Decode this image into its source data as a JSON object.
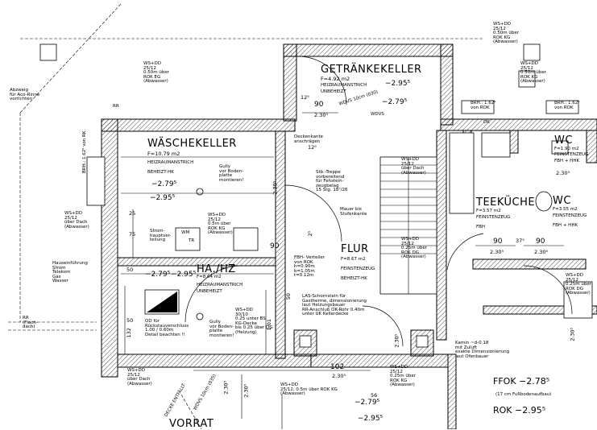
{
  "rooms": {
    "getraenkekeller": {
      "name": "GETRÄNKEKELLER",
      "area": "F=4.92 m2",
      "floor1": "HEIZRAUMANSTRICH",
      "floor2": "UNBEHEIZT"
    },
    "waeschekeller": {
      "name": "WÄSCHEKELLER",
      "area": "F=10.79 m2",
      "floor1": "HEIZRAUMANSTRICH",
      "floor2": "BEHEIZT-HK"
    },
    "hahz": {
      "name": "HA./HZ",
      "area": "F=8.64 m2",
      "floor1": "HEIZRAUMANSTRICH",
      "floor2": "UNBEHEIZT"
    },
    "flur": {
      "name": "FLUR",
      "area": "F=8.67 m2",
      "floor1": "FEINSTENZEUG",
      "floor2": "BEHEIZT-HK"
    },
    "teekueche": {
      "name": "TEEKÜCHE",
      "area": "F=3.57 m2",
      "floor1": "FEINSTENZEUG",
      "floor2": "FBH"
    },
    "wc_upper": {
      "name": "WC",
      "area": "F=1.90 m2",
      "floor1": "FEINSTENZEUG",
      "floor2": "FBH + HHK"
    },
    "wc_lower": {
      "name": "WC",
      "area": "F=3.55 m2",
      "floor1": "FEINSTENZEUG",
      "floor2": "FBH + HHK"
    },
    "vorrat": {
      "name": "VORRAT"
    }
  },
  "notes": {
    "ws_dd_top": [
      "WS+DD",
      "25/12",
      "0.50m über",
      "ROK KG",
      "(Abwasser)"
    ],
    "ws_dd_left": [
      "WS+DD",
      "25/12",
      "0.50m über",
      "ROK EG",
      "(Abwasser)"
    ],
    "ws_dd_right_top": [
      "WS+DD",
      "25/12",
      "0.50m über",
      "ROK KG",
      "(Abwasser)"
    ],
    "ws_dd_right_mid": [
      "WS+DD",
      "25/12",
      "0.50m über",
      "ROK KG",
      "(Abwasser)"
    ],
    "ws_dd_left_mid": [
      "WS+DD",
      "25/12",
      "über Dach",
      "(Abwasser)"
    ],
    "ws_dd_wk": [
      "WS+DD",
      "25/12",
      "0.5m über",
      "ROK KG",
      "(Abwasser)"
    ],
    "ws_dd_stair": [
      "WS+DD",
      "25/12",
      "über Dach",
      "(Abwasser)"
    ],
    "ws_dd_flur": [
      "WS+DD",
      "25/12",
      "0.25m über",
      "ROK DG",
      "(Abwasser)"
    ],
    "ws_dd_center": [
      "WS+DD",
      "30/10",
      "0.25 unter BS",
      "KG-Decke",
      "bis 0.25 über DG",
      "(Heizung)"
    ],
    "ws_dd_bottom_left": [
      "WS+DD",
      "25/12",
      "über Dach",
      "(Abwasser)"
    ],
    "ws_dd_bottom_mid": [
      "WS+DD",
      "25/12, 0.5m über ROK KG",
      "(Abwasser)"
    ],
    "ws_dd_bottom_right": [
      "WS+DD",
      "25/12",
      "0.25m über",
      "ROK KG",
      "(Abwasser)"
    ],
    "ws_dd_right_low": [
      "WS+DD",
      "25/12",
      "0.25m über",
      "ROK DG",
      "(Abwasser)"
    ],
    "abzweig": [
      "Abzweig",
      "für Aco-Rinne",
      "vorrichten"
    ],
    "rr": "RR",
    "gully1": [
      "Gully",
      "vor Boden-",
      "platte",
      "montieren!"
    ],
    "gully2": [
      "Gully",
      "vor Boden-",
      "platte",
      "montieren!"
    ],
    "strom": [
      "Strom-",
      "hauptver-",
      "teilung"
    ],
    "wm": "WM",
    "tr": "TR",
    "hausein": [
      "Hauseinführung",
      "Strom",
      "Telekom",
      "Gas",
      "Wasser"
    ],
    "fbh_verteiler": [
      "FBH- Verteiler",
      "von ROK",
      "h=0.90m",
      "b=1.05m",
      "t=0.12m"
    ],
    "deckenkante": [
      "Deckenkante",
      "anschrägen"
    ],
    "stb_treppe": [
      "Stb.-Treppe",
      "vorbereitend",
      "für Fehstein-",
      "zeugbelag",
      "15 Stg. 18⁷/26"
    ],
    "mauer": [
      "Mauer bis",
      "Stufenkante"
    ],
    "las": [
      "LAS-Schornstein für",
      "Gastherme, dimensionierung",
      "laut Heizungsbauer",
      "RR-Anschluß OK-Rohr 0.40m",
      "unter UK Kellerdecke"
    ],
    "od": [
      "OD für",
      "Rückstauverschluss",
      "1.00 / 0.60m",
      "Detail beachten !!"
    ],
    "kamin": [
      "Kamin ~d-0.18",
      "mit Zuluft",
      "exakte Dimensionierung",
      "laut Ofenbauer"
    ],
    "brh_left": [
      "BRH.: 1.62⁵",
      "von RK"
    ],
    "brh_right1": [
      "BRH.: 1.62⁵",
      "von ROK"
    ],
    "brh_right2": [
      "BRH.: 1.62⁵",
      "von ROK"
    ],
    "wdvs": [
      "WDVS 10cm (030)",
      "WDVS"
    ],
    "dk": "DK",
    "decke_entfaellt": "DECKE ENTFÄLLT",
    "wdvs_bottom": "WDVS 10cm (035)",
    "rr_fach": [
      "RR",
      "(Flach-",
      "dach)"
    ]
  },
  "legend": {
    "ffok": "FFOK −2.78⁵",
    "ffok_sub": "(17 cm Fußbodenaufbau)",
    "rok": "ROK −2.95⁵"
  },
  "dims": {
    "d1": "90",
    "d2": "2.30⁵",
    "d3": "−2.79⁵",
    "d4": "−2.95⁵",
    "d5": "12⁵",
    "d6": "−2.79⁵",
    "d7": "−2.95⁵",
    "d8": "25",
    "d9": "75",
    "d10": "−2.79⁵",
    "d11": "−2.95⁵",
    "d12": "50",
    "d13": "50",
    "d14": "102",
    "d15": "2.30⁵",
    "d16": "90",
    "d17": "2.30⁵",
    "d18": "90",
    "d19": "2.30⁵",
    "d20": "37⁵",
    "d21": "−2.79⁵",
    "d22": "−2.95⁵",
    "d23": "2.30⁵",
    "d24": "2.30⁵",
    "d25": "−2.79⁵",
    "d26": "−2.95⁵",
    "d27": "90",
    "d28": "50",
    "d29": "132",
    "d30": "1.01",
    "d31": "2⁵",
    "d32": "56",
    "d33": "2.30⁵",
    "d34": "2.30⁵",
    "d35": "−2.79⁵",
    "d36": "−2.95⁵",
    "d37": "2.30⁵",
    "d38": "2.30⁵",
    "d39": "27⁵",
    "d40": "12⁵"
  }
}
